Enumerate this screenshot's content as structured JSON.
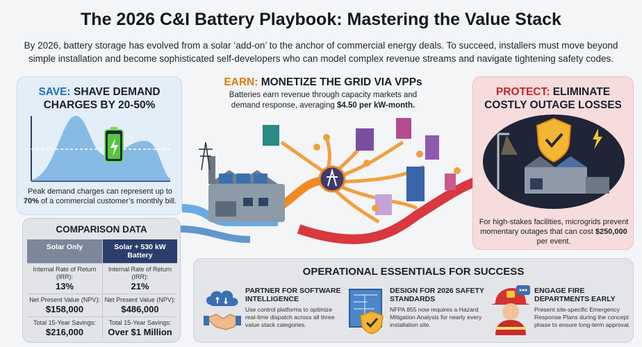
{
  "title": "The 2026 C&I Battery Playbook: Mastering the Value Stack",
  "intro": "By 2026, battery storage has evolved from a solar ‘add-on’ to the anchor of commercial energy deals. To succeed, installers must move beyond simple installation and become sophisticated self-developers who can model complex revenue streams and navigate tightening safety codes.",
  "save": {
    "keyword": "SAVE:",
    "heading_rest": " SHAVE DEMAND",
    "heading_line2": "CHARGES BY 20-50%",
    "caption_pre": "Peak demand charges can represent up to ",
    "caption_bold": "70%",
    "caption_post": " of a commercial customer’s monthly bill."
  },
  "earn": {
    "keyword": "EARN:",
    "heading_rest": " MONETIZE THE GRID VIA VPPs",
    "text_pre": "Batteries earn revenue through capacity markets and demand response, averaging ",
    "text_bold": "$4.50 per kW-month."
  },
  "protect": {
    "keyword": "PROTECT:",
    "heading_rest": " ELIMINATE",
    "heading_line2": "COSTLY OUTAGE LOSSES",
    "caption_pre": "For high-stakes facilities, microgrids prevent momentary outages that can cost ",
    "caption_bold": "$250,000",
    "caption_post": " per event."
  },
  "comparison": {
    "heading": "COMPARISON DATA",
    "col1": "Solar Only",
    "col2": "Solar + 530 kW Battery",
    "rows": [
      {
        "label": "Internal Rate of Return (IRR):",
        "v1": "13%",
        "v2": "21%"
      },
      {
        "label": "Net Present Value (NPV):",
        "v1": "$158,000",
        "v2": "$486,000"
      },
      {
        "label": "Total 15-Year Savings:",
        "v1": "$216,000",
        "v2": "Over $1 Million"
      }
    ]
  },
  "ops": {
    "heading": "OPERATIONAL ESSENTIALS FOR SUCCESS",
    "items": [
      {
        "name": "PARTNER FOR SOFTWARE INTELLIGENCE",
        "desc": "Use control platforms to optimize real-time dispatch across all three value stack categories."
      },
      {
        "name": "DESIGN FOR 2026 SAFETY STANDARDS",
        "desc": "NFPA 855 now requires a Hazard Mitigation Analysis for nearly every installation site."
      },
      {
        "name": "ENGAGE FIRE DEPARTMENTS EARLY",
        "desc": "Present site-specific Emergency Response Plans during the concept phase to ensure long-term approval."
      }
    ]
  },
  "colors": {
    "save": "#1d6fbf",
    "earn": "#e07a12",
    "protect": "#c3262b",
    "navy": "#2b3e6b"
  },
  "icons": [
    "battery-icon",
    "demand-curve",
    "grid-hub-icon",
    "shield-check-icon",
    "cloud-icon",
    "handshake-icon",
    "blueprint-icon",
    "firefighter-icon",
    "calendar-icon",
    "chat-bubble-icon"
  ]
}
